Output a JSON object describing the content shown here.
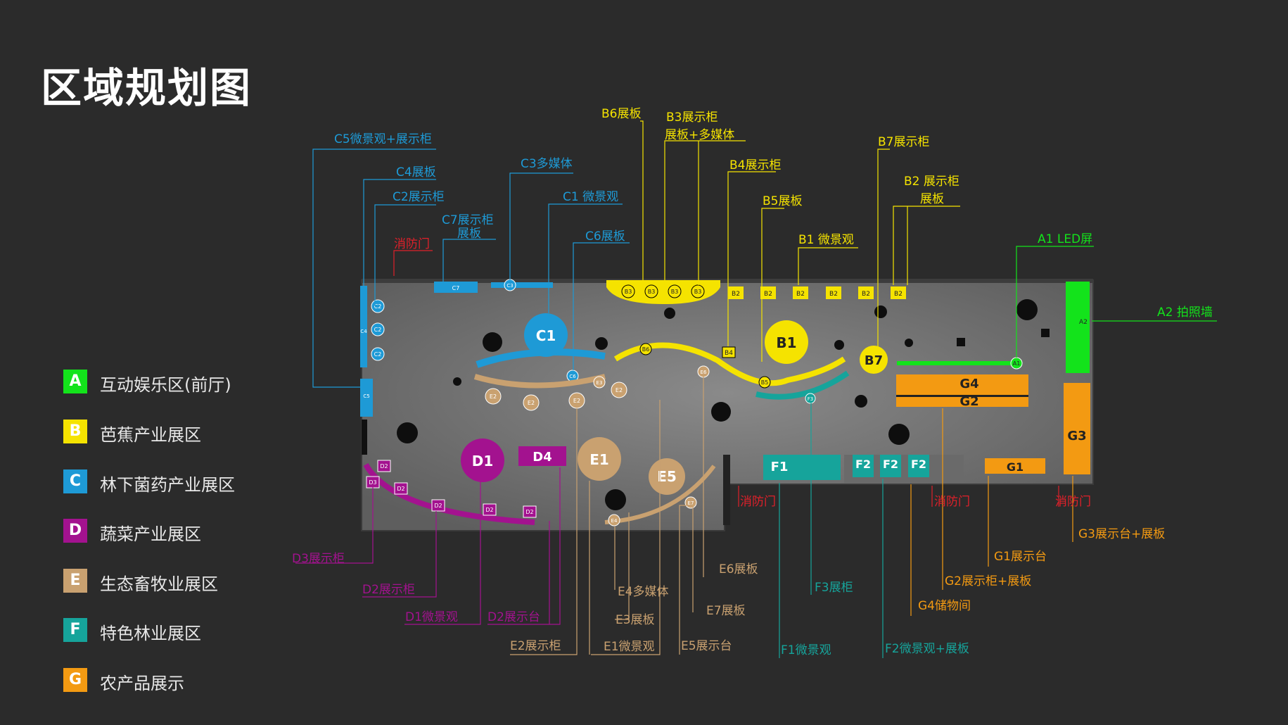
{
  "title": "区域规划图",
  "legend": [
    {
      "letter": "A",
      "label": "互动娱乐区(前厅)",
      "color": "#13e31b"
    },
    {
      "letter": "B",
      "label": "芭蕉产业展区",
      "color": "#f5e300"
    },
    {
      "letter": "C",
      "label": "林下菌药产业展区",
      "color": "#1e9ad6"
    },
    {
      "letter": "D",
      "label": "蔬菜产业展区",
      "color": "#a3128f"
    },
    {
      "letter": "E",
      "label": "生态畜牧业展区",
      "color": "#c9a170"
    },
    {
      "letter": "F",
      "label": "特色林业展区",
      "color": "#16a49b"
    },
    {
      "letter": "G",
      "label": "农产品展示",
      "color": "#f39a12"
    }
  ],
  "colors": {
    "A": "#13e31b",
    "B": "#f5e300",
    "C": "#1e9ad6",
    "D": "#a3128f",
    "E": "#c9a170",
    "F": "#16a49b",
    "G": "#f39a12",
    "fire": "#e0202a"
  },
  "markers": {
    "C1": "C1",
    "B1": "B1",
    "B7": "B7",
    "D1": "D1",
    "D4": "D4",
    "E1": "E1",
    "E5": "E5",
    "F1": "F1",
    "F2": "F2",
    "G1": "G1",
    "G2": "G2",
    "G3": "G3",
    "G4": "G4",
    "A1": "A1",
    "A2": "A2",
    "B2": "B2",
    "B3": "B3",
    "B4": "B4",
    "B5": "B5",
    "B6": "B6",
    "C2": "C2",
    "C3": "C3",
    "C4": "C4",
    "C5": "C5",
    "C6": "C6",
    "C7": "C7",
    "D2": "D2",
    "D3": "D3",
    "E2": "E2",
    "E3": "E3",
    "E4": "E4",
    "E6": "E6",
    "E7": "E7",
    "F3": "F3"
  },
  "labels": {
    "c5": "C5微景观+展示柜",
    "c4": "C4展板",
    "c2": "C2展示柜",
    "c7a": "C7展示柜",
    "c7b": "展板",
    "c3": "C3多媒体",
    "c1": "C1 微景观",
    "c6": "C6展板",
    "fire_top": "消防门",
    "b6": "B6展板",
    "b3a": "B3展示柜",
    "b3b": "展板+多媒体",
    "b4": "B4展示柜",
    "b5": "B5展板",
    "b1": "B1 微景观",
    "b7": "B7展示柜",
    "b2a": "B2 展示柜",
    "b2b": "展板",
    "a1": "A1 LED屏",
    "a2": "A2 拍照墙",
    "d3": "D3展示柜",
    "d2": "D2展示柜",
    "d1": "D1微景观",
    "d2t": "D2展示台",
    "e2": "E2展示柜",
    "e1": "E1微景观",
    "e4": "E4多媒体",
    "e3": "E3展板",
    "e5": "E5展示台",
    "e7": "E7展板",
    "e6": "E6展板",
    "fire_b1": "消防门",
    "f1": "F1微景观",
    "f3": "F3展柜",
    "f2": "F2微景观+展板",
    "fire_b2": "消防门",
    "g4": "G4储物间",
    "g2": "G2展示柜+展板",
    "g1": "G1展示台",
    "fire_b3": "消防门",
    "g3": "G3展示台+展板"
  }
}
